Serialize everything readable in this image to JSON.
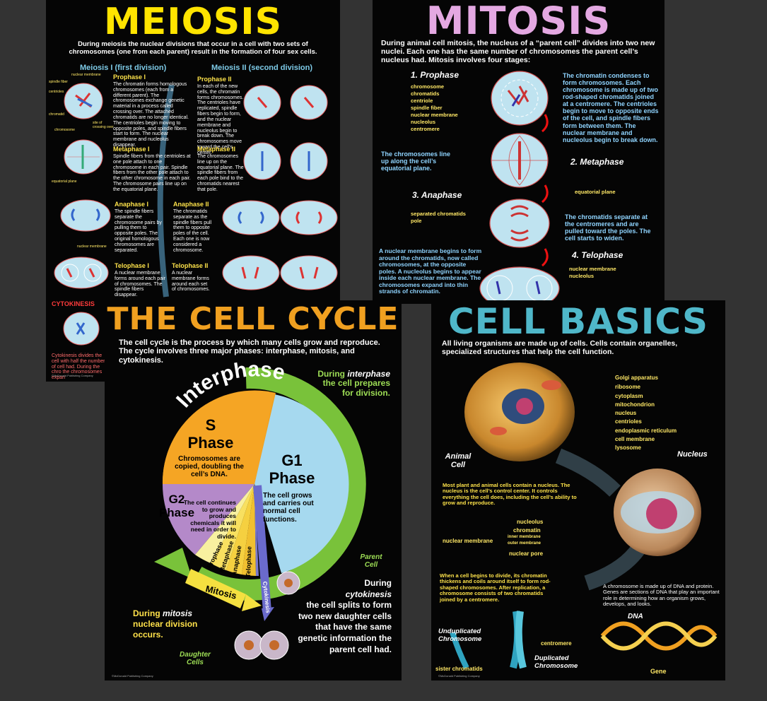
{
  "meiosis": {
    "title": "MEIOSIS",
    "intro": "During meiosis the nuclear divisions that occur in a cell with two sets of chromosomes (one from each parent) result in the formation of four sex cells.",
    "div1": "Meiosis I (first division)",
    "div2": "Meiosis II (second division)",
    "prophase1_h": "Prophase I",
    "prophase1": "The chromatin forms homologous chromosomes (each from a different parent). The chromosomes exchange genetic material in a process called crossing over. The attached chromatids are no longer identical. The centrioles begin moving to opposite poles, and spindle fibers start to form. The nuclear membrane and nucleolus disappear.",
    "prophase2_h": "Prophase II",
    "prophase2": "In each of the new cells, the chromatin forms chromosomes. The centrioles have replicated, spindle fibers begin to form, and the nuclear membrane and nucleolus begin to break down. The chromosomes move toward the cell's center.",
    "metaphase1_h": "Metaphase I",
    "metaphase1": "Spindle fibers from the centrioles at one pole attach to one chromosome in each pair. Spindle fibers from the other pole attach to the other chromosome in each pair. The chromosome pairs line up on the equatorial plane.",
    "metaphase2_h": "Metaphase II",
    "metaphase2": "The chromosomes line up on the equatorial plane. The spindle fibers from each pole bind to the chromatids nearest that pole.",
    "anaphase1_h": "Anaphase I",
    "anaphase1": "The spindle fibers separate the chromosome pairs by pulling them to opposite poles. The original homologous chromosomes are separated.",
    "anaphase2_h": "Anaphase II",
    "anaphase2": "The chromatids separate as the spindle fibers pull them to opposite poles of the cell. Each one is now considered a chromosome.",
    "telophase1_h": "Telophase I",
    "telophase1": "A nuclear membrane forms around each pair of chromosomes. The spindle fibers disappear.",
    "telophase2_h": "Telophase II",
    "telophase2": "A nuclear membrane forms around each set of chromosomes.",
    "cytokinesis_h": "CYTOKINESIS",
    "cytokinesis": "Cytokinesis divides the cell with half the number of cell had. During the chro the chromosomes expan",
    "labels": [
      "nuclear membrane",
      "spindle fiber",
      "centrioles",
      "chromatid",
      "chromosome",
      "site of crossing over",
      "equatorial plane",
      "nuclear membrane"
    ],
    "copyright": "©McDonald Publishing Company"
  },
  "mitosis": {
    "title": "MITOSIS",
    "intro": "During animal cell mitosis, the nucleus of a “parent cell” divides into two new nuclei. Each one has the same number of chromosomes the parent cell’s nucleus had. Mitosis involves four stages:",
    "prophase_h": "1. Prophase",
    "prophase": "The chromatin condenses to form chromosomes. Each chromosome is made up of two rod-shaped chromatids joined at a centromere. The centrioles begin to move to opposite ends of the cell, and spindle fibers form between them. The nuclear membrane and nucleolus begin to break down.",
    "prophase_labels": [
      "chromosome",
      "chromatids",
      "centriole",
      "spindle fiber",
      "nuclear membrane",
      "nucleolus",
      "centromere"
    ],
    "metaphase_h": "2. Metaphase",
    "metaphase": "The chromosomes line up along the cell’s equatorial plane.",
    "equatorial": "equatorial plane",
    "anaphase_h": "3. Anaphase",
    "anaphase": "The chromatids separate at the centromeres and are pulled toward the poles. The cell starts to widen.",
    "anaphase_labels": [
      "separated chromatids",
      "pole"
    ],
    "telophase_h": "4. Telophase",
    "telophase": "A nuclear membrane begins to form around the chromatids, now called chromosomes, at the opposite poles. A nucleolus begins to appear inside each nuclear membrane. The chromosomes expand into thin strands of chromatin.",
    "telophase_labels": [
      "nuclear membrane",
      "nucleolus"
    ]
  },
  "cellcycle": {
    "title": "THE CELL CYCLE",
    "intro": "The cell cycle is the process by which many cells grow and reproduce. The cycle involves three major phases: interphase, mitosis, and cytokinesis.",
    "interphase_a": "During ",
    "interphase_b": "interphase",
    "interphase_c": "the cell prepares",
    "interphase_d": "for division.",
    "ring_label": "Interphase",
    "s_title": "S",
    "s_title2": "Phase",
    "s_text": "Chromosomes are copied, doubling the cell’s DNA.",
    "g1_title": "G1",
    "g1_title2": "Phase",
    "g1_text": "The cell grows and carries out normal cell functions.",
    "g2_title": "G2",
    "g2_title2": "Phase",
    "g2_text": "The cell continues to grow and produces chemicals it will need in order to divide.",
    "wedges": [
      "Prophase",
      "Metaphase",
      "Anaphase",
      "Telophase"
    ],
    "mitosis_label": "Mitosis",
    "cytokinesis_label": "Cytokinesis",
    "parent_cell": "Parent Cell",
    "cyto_a": "During",
    "cyto_b": "cytokinesis",
    "cyto_c": "the cell splits to form two new daughter cells that have the same genetic information the parent cell had.",
    "mitosis_a": "During ",
    "mitosis_b": "mitosis",
    "mitosis_c": "nuclear division occurs.",
    "daughter_cells": "Daughter Cells",
    "copyright": "©McDonald Publishing Company"
  },
  "cellbasics": {
    "title": "CELL BASICS",
    "intro": "All living organisms are made up of cells. Cells contain organelles, specialized structures that help the cell function.",
    "organelles": [
      "Golgi apparatus",
      "ribosome",
      "cytoplasm",
      "mitochondrion",
      "nucleus",
      "centrioles",
      "endoplasmic reticulum",
      "cell membrane",
      "lysosome"
    ],
    "animal_cell": "Animal Cell",
    "nucleus_title": "Nucleus",
    "nucleus_text": "Most plant and animal cells contain a nucleus. The nucleus is the cell’s control center. It controls everything the cell does, including the cell’s ability to grow and reproduce.",
    "nucleus_labels": [
      "nucleolus",
      "chromatin",
      "nuclear membrane",
      "inner membrane",
      "outer membrane",
      "nuclear pore"
    ],
    "chromatin_text": "When a cell begins to divide, its chromatin thickens and coils around itself to form rod-shaped chromosomes. After replication, a chromosome consists of two chromatids joined by a centromere.",
    "chromosome_text": "A chromosome is made up of DNA and protein. Genes are sections of DNA that play an important role in determining how an organism grows, develops, and looks.",
    "unduplicated": "Unduplicated Chromosome",
    "duplicated": "Duplicated Chromosome",
    "centromere": "centromere",
    "sister": "sister chromatids",
    "dna": "DNA",
    "gene": "Gene",
    "copyright": "©McDonald Publishing Company"
  }
}
